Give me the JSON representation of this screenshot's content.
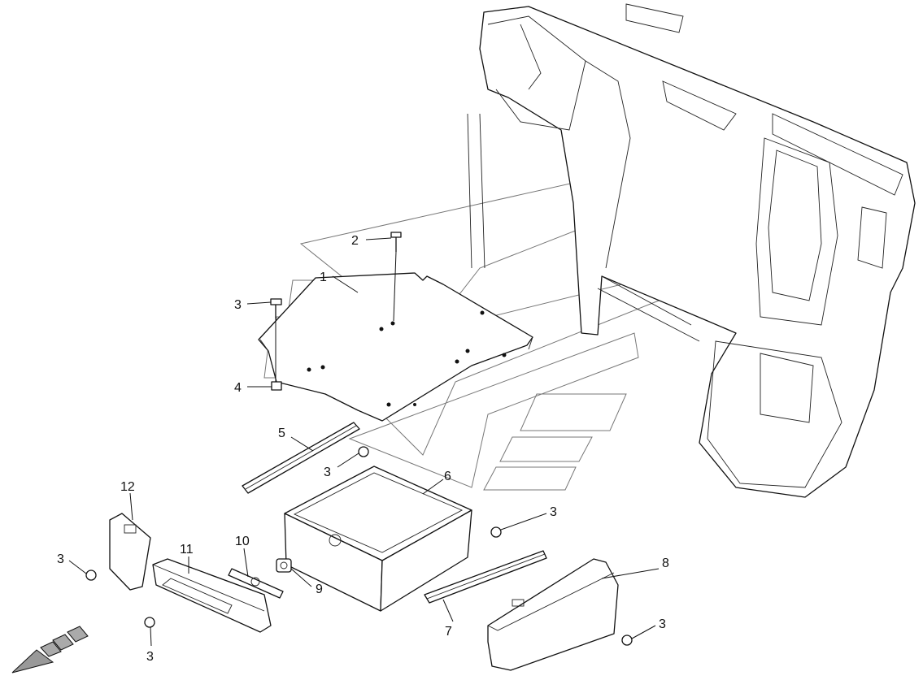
{
  "diagram": {
    "title": "Drawer assembly exploded view",
    "callouts": [
      {
        "id": "c1",
        "label": "1"
      },
      {
        "id": "c2",
        "label": "2"
      },
      {
        "id": "c3a",
        "label": "3"
      },
      {
        "id": "c4",
        "label": "4"
      },
      {
        "id": "c5",
        "label": "5"
      },
      {
        "id": "c3b",
        "label": "3"
      },
      {
        "id": "c6",
        "label": "6"
      },
      {
        "id": "c12",
        "label": "12"
      },
      {
        "id": "c3c",
        "label": "3"
      },
      {
        "id": "c10",
        "label": "10"
      },
      {
        "id": "c11",
        "label": "11"
      },
      {
        "id": "c3d",
        "label": "3"
      },
      {
        "id": "c9",
        "label": "9"
      },
      {
        "id": "c8",
        "label": "8"
      },
      {
        "id": "c7",
        "label": "7"
      },
      {
        "id": "c3e",
        "label": "3"
      },
      {
        "id": "c3f",
        "label": "3"
      }
    ]
  }
}
